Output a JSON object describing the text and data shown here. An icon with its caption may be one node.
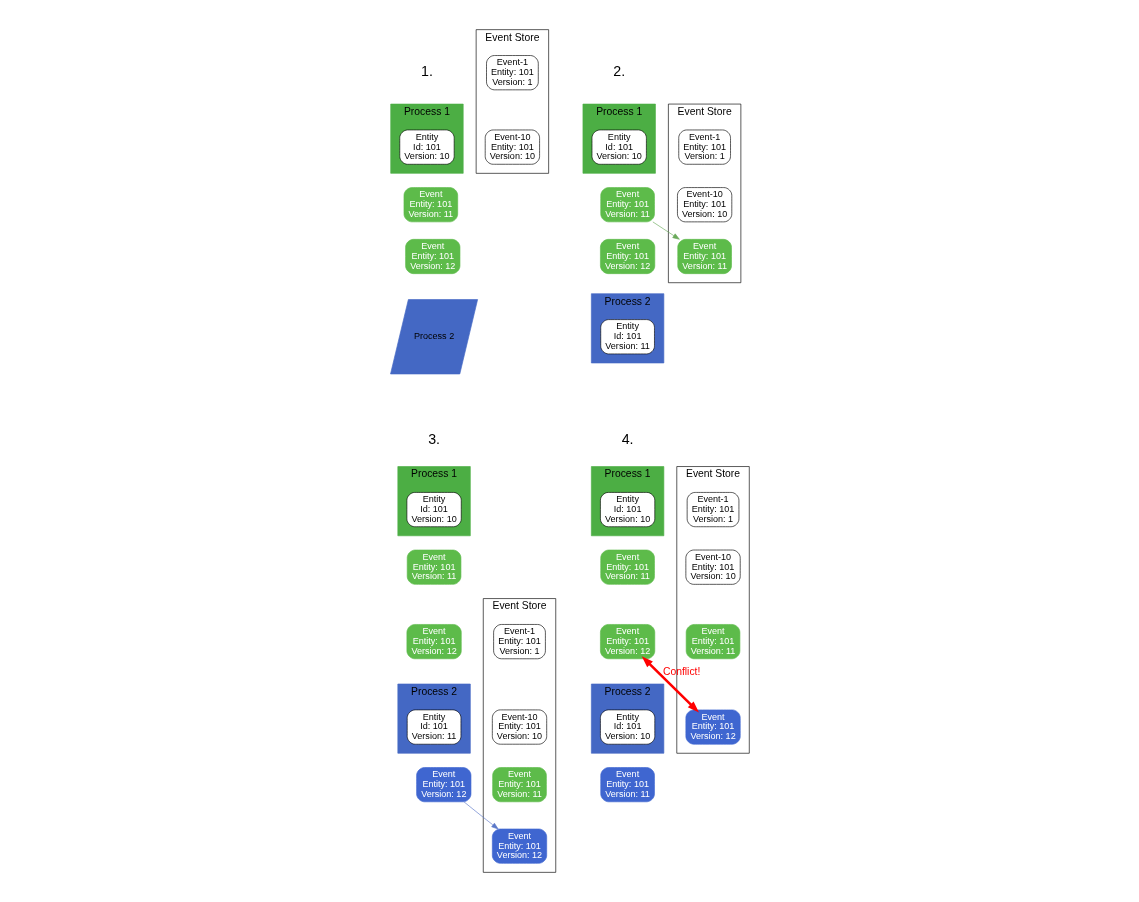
{
  "diagram": {
    "nodes": [
      {
        "text": [
          "Process 1"
        ]
      },
      {
        "text": [
          "Entity",
          "Id: 101",
          "Version: 10"
        ],
        "in": 0
      },
      {
        "text": [
          "Event",
          "Entity: 101",
          "Version: 11"
        ]
      },
      {
        "text": [
          "Event",
          "Entity: 101",
          "Version: 12"
        ]
      },
      {
        "text": [
          "Process 2"
        ]
      },
      {
        "text": [
          "Event Store"
        ]
      },
      {
        "text": [
          "Event-1",
          "Entity: 101",
          "Version: 1"
        ],
        "in": 5
      },
      {
        "text": [
          "Event-10",
          "Entity: 101",
          "Version: 10"
        ],
        "in": 5
      },
      {
        "text": [
          "Process 1"
        ]
      },
      {
        "text": [
          "Entity",
          "Id: 101",
          "Version: 10"
        ],
        "in": 8
      },
      {
        "text": [
          "Event",
          "Entity: 101",
          "Version: 11"
        ]
      },
      {
        "text": [
          "Event",
          "Entity: 101",
          "Version: 12"
        ]
      },
      {
        "text": [
          "Process 2"
        ]
      },
      {
        "text": [
          "Entity",
          "Id: 101",
          "Version: 11"
        ],
        "in": 12
      },
      {
        "text": [
          "Event Store"
        ]
      },
      {
        "text": [
          "Event-1",
          "Entity: 101",
          "Version: 1"
        ],
        "in": 14
      },
      {
        "text": [
          "Event-10",
          "Entity: 101",
          "Version: 10"
        ],
        "in": 14
      },
      {
        "text": [
          "Event",
          "Entity: 101",
          "Version: 11"
        ],
        "in": 14
      },
      {
        "text": [
          "Process 1"
        ]
      },
      {
        "text": [
          "Entity",
          "Id: 101",
          "Version: 10"
        ],
        "in": 18
      },
      {
        "text": [
          "Event",
          "Entity: 101",
          "Version: 11"
        ]
      },
      {
        "text": [
          "Event",
          "Entity: 101",
          "Version: 12"
        ]
      },
      {
        "text": [
          "Process 2"
        ]
      },
      {
        "text": [
          "Entity",
          "Id: 101",
          "Version: 11"
        ],
        "in": 22
      },
      {
        "text": [
          "Event",
          "Entity: 101",
          "Version: 12"
        ]
      },
      {
        "text": [
          "Event Store"
        ]
      },
      {
        "text": [
          "Event-1",
          "Entity: 101",
          "Version: 1"
        ],
        "in": 25
      },
      {
        "text": [
          "Event-10",
          "Entity: 101",
          "Version: 10"
        ],
        "in": 25
      },
      {
        "text": [
          "Event",
          "Entity: 101",
          "Version: 11"
        ],
        "in": 25
      },
      {
        "text": [
          "Event",
          "Entity: 101",
          "Version: 12"
        ],
        "in": 25
      },
      {
        "text": [
          "Process 1"
        ]
      },
      {
        "text": [
          "Entity",
          "Id: 101",
          "Version: 10"
        ],
        "in": 30
      },
      {
        "text": [
          "Event",
          "Entity: 101",
          "Version: 11"
        ]
      },
      {
        "text": [
          "Event",
          "Entity: 101",
          "Version: 12"
        ]
      },
      {
        "text": [
          "Process 2"
        ]
      },
      {
        "text": [
          "Entity",
          "Id: 101",
          "Version: 10"
        ],
        "in": 34
      },
      {
        "text": [
          "Event",
          "Entity: 101",
          "Version: 11"
        ]
      },
      {
        "text": [
          "Event Store"
        ]
      },
      {
        "text": [
          "Event-1",
          "Entity: 101",
          "Version: 1"
        ],
        "in": 37
      },
      {
        "text": [
          "Event-10",
          "Entity: 101",
          "Version: 10"
        ],
        "in": 37
      },
      {
        "text": [
          "Event",
          "Entity: 101",
          "Version: 11"
        ],
        "in": 37
      },
      {
        "text": [
          "Event",
          "Entity: 101",
          "Version: 12"
        ],
        "in": 37
      }
    ],
    "edges": [
      {
        "from": 10,
        "to": 17,
        "arrow": "to",
        "color": "#6aaa5a"
      },
      {
        "from": 24,
        "to": 29,
        "arrow": "to",
        "color": "#5b78c8"
      },
      {
        "from": 33,
        "to": 41,
        "arrow": "both",
        "label": "Conflict!",
        "style": "thick",
        "color": "#ff0000"
      }
    ],
    "labels": [
      "1.",
      "2.",
      "3.",
      "4."
    ]
  }
}
